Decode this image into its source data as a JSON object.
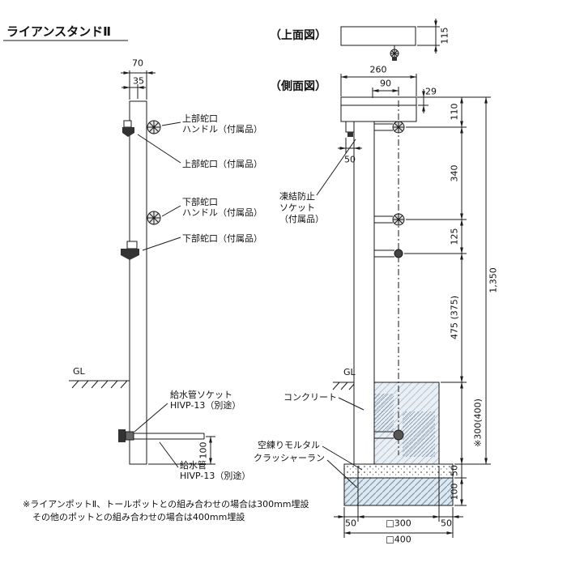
{
  "title": "ライアンスタンドⅡ",
  "top_view": {
    "label": "（上面図）",
    "dims": {
      "depth": "115"
    }
  },
  "side_view": {
    "label": "（側面図）",
    "dims": {
      "w260": "260",
      "w90": "90",
      "h29": "29",
      "spout50": "50",
      "h110": "110",
      "h340": "340",
      "h125": "125",
      "h475": "475 (375)",
      "total": "1,350",
      "bury": "※300(400)",
      "mortar50": "50",
      "crusher100": "100",
      "b50l": "50",
      "b300": "□300",
      "b50r": "50",
      "b400": "□400"
    },
    "labels": {
      "antifreeze_1": "凍結防止",
      "antifreeze_2": "ソケット",
      "antifreeze_3": "（付属品）",
      "gl": "GL",
      "concrete": "コンクリート",
      "mortar": "空練りモルタル",
      "crusher": "クラッシャーラン"
    }
  },
  "front_view": {
    "dims": {
      "w70": "70",
      "w35": "35",
      "pipe100": "100"
    },
    "labels": {
      "upper_handle_1": "上部蛇口",
      "upper_handle_2": "ハンドル（付属品）",
      "upper_faucet": "上部蛇口（付属品）",
      "lower_handle_1": "下部蛇口",
      "lower_handle_2": "ハンドル（付属品）",
      "lower_faucet": "下部蛇口（付属品）",
      "gl": "GL",
      "socket_1": "給水管ソケット",
      "socket_2": "HIVP-13（別途）",
      "pipe_1": "給水管",
      "pipe_2": "HIVP-13（別途）"
    }
  },
  "notes": {
    "line1": "※ライアンポットⅡ、トールポットとの組み合わせの場合は300mm埋設",
    "line2": "その他のポットとの組み合わせの場合は400mm埋設"
  },
  "colors": {
    "line": "#1a1a1a",
    "concrete_fill": "#e9eff5",
    "crusher_fill": "#dde8f0",
    "hatch": "#9db0c2"
  }
}
